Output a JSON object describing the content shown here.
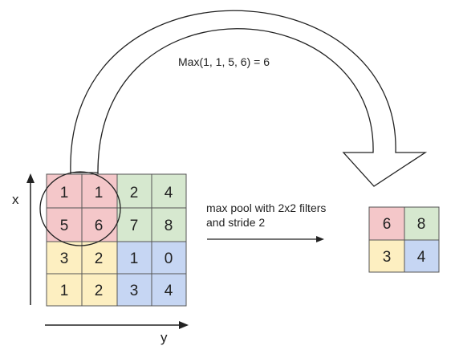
{
  "formula": "Max(1, 1, 5, 6) = 6",
  "axis_x": "x",
  "axis_y": "y",
  "caption_line1": "max pool with 2x2 filters",
  "caption_line2": "and stride 2",
  "input_grid": [
    [
      "1",
      "1",
      "2",
      "4"
    ],
    [
      "5",
      "6",
      "7",
      "8"
    ],
    [
      "3",
      "2",
      "1",
      "0"
    ],
    [
      "1",
      "2",
      "3",
      "4"
    ]
  ],
  "output_grid": [
    [
      "6",
      "8"
    ],
    [
      "3",
      "4"
    ]
  ],
  "colors": {
    "red": "#f4c7c9",
    "green": "#d6e8cf",
    "yellow": "#fdefc1",
    "blue": "#c6d6f3",
    "line": "#222222"
  }
}
